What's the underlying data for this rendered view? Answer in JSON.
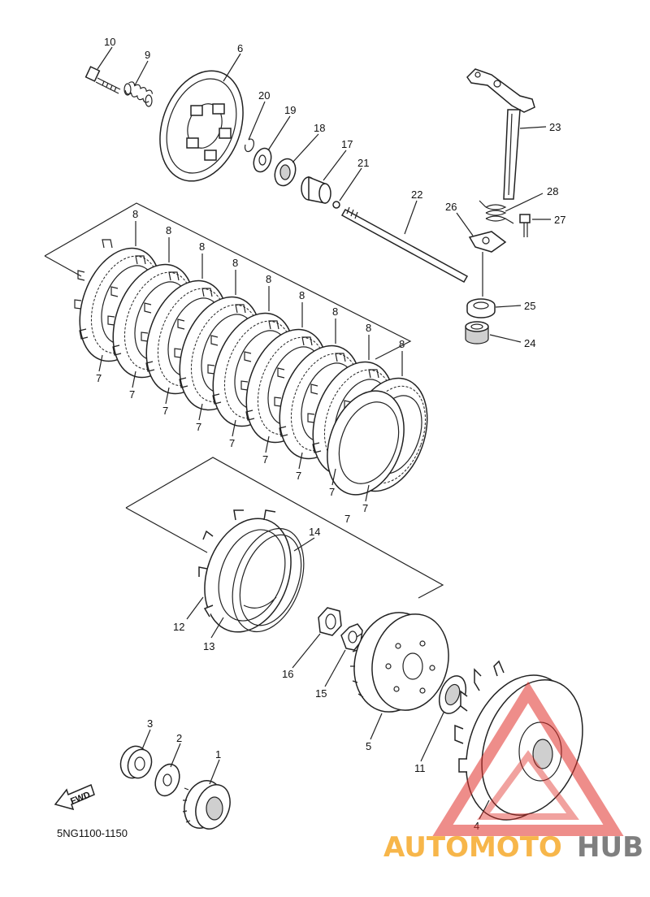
{
  "diagram_code": "5NG1100-1150",
  "fwd_label": "FWD",
  "watermark": {
    "part1": "AUTOMOTO",
    "part2": "HUB",
    "color_orange": "#f7b64a",
    "color_gray": "#7f7f7f",
    "color_red": "#e0302a"
  },
  "callouts": {
    "p1": "1",
    "p2": "2",
    "p3": "3",
    "p4": "4",
    "p5": "5",
    "p6": "6",
    "p7": "7",
    "p8": "8",
    "p9": "9",
    "p10": "10",
    "p11": "11",
    "p12": "12",
    "p13": "13",
    "p14": "14",
    "p15": "15",
    "p16": "16",
    "p17": "17",
    "p18": "18",
    "p19": "19",
    "p20": "20",
    "p21": "21",
    "p22": "22",
    "p23": "23",
    "p24": "24",
    "p25": "25",
    "p26": "26",
    "p27": "27",
    "p28": "28"
  }
}
